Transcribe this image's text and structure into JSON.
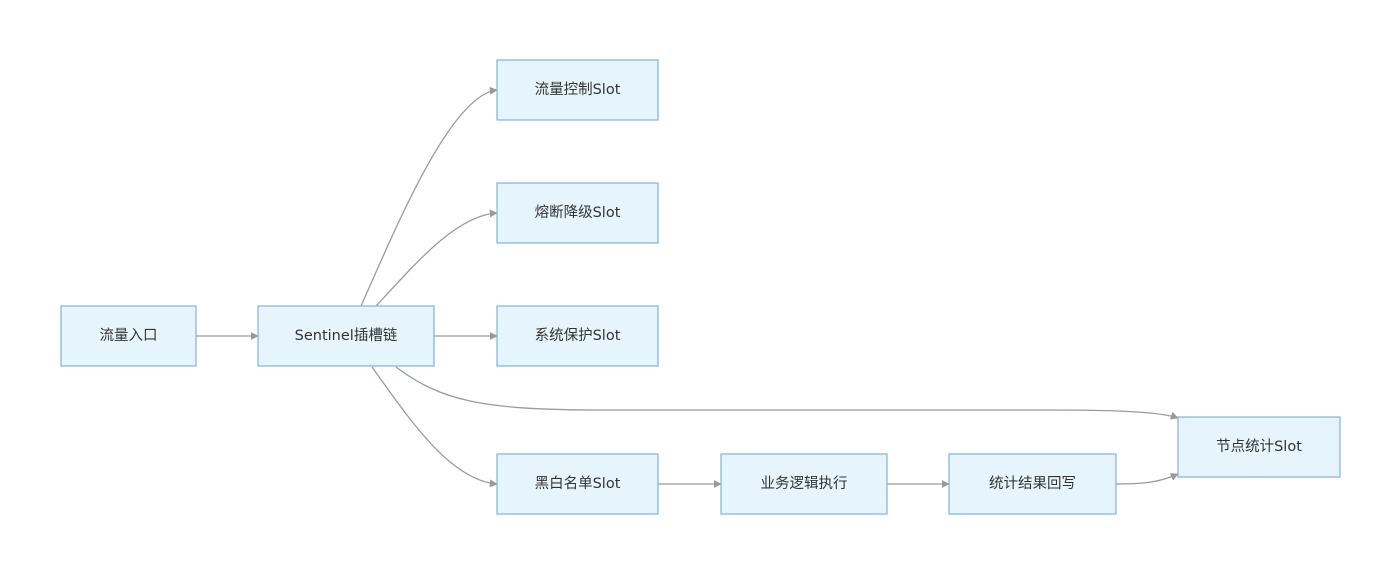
{
  "diagram": {
    "nodes": [
      {
        "id": "entry",
        "label": "流量入口"
      },
      {
        "id": "chain",
        "label": "Sentinel插槽链"
      },
      {
        "id": "flow",
        "label": "流量控制Slot"
      },
      {
        "id": "degrade",
        "label": "熔断降级Slot"
      },
      {
        "id": "system",
        "label": "系统保护Slot"
      },
      {
        "id": "authority",
        "label": "黑白名单Slot"
      },
      {
        "id": "biz",
        "label": "业务逻辑执行"
      },
      {
        "id": "stats_write",
        "label": "统计结果回写"
      },
      {
        "id": "node_stat",
        "label": "节点统计Slot"
      }
    ],
    "edges": [
      {
        "from": "entry",
        "to": "chain"
      },
      {
        "from": "chain",
        "to": "flow"
      },
      {
        "from": "chain",
        "to": "degrade"
      },
      {
        "from": "chain",
        "to": "system"
      },
      {
        "from": "chain",
        "to": "node_stat"
      },
      {
        "from": "chain",
        "to": "authority"
      },
      {
        "from": "authority",
        "to": "biz"
      },
      {
        "from": "biz",
        "to": "stats_write"
      },
      {
        "from": "stats_write",
        "to": "node_stat"
      }
    ]
  }
}
